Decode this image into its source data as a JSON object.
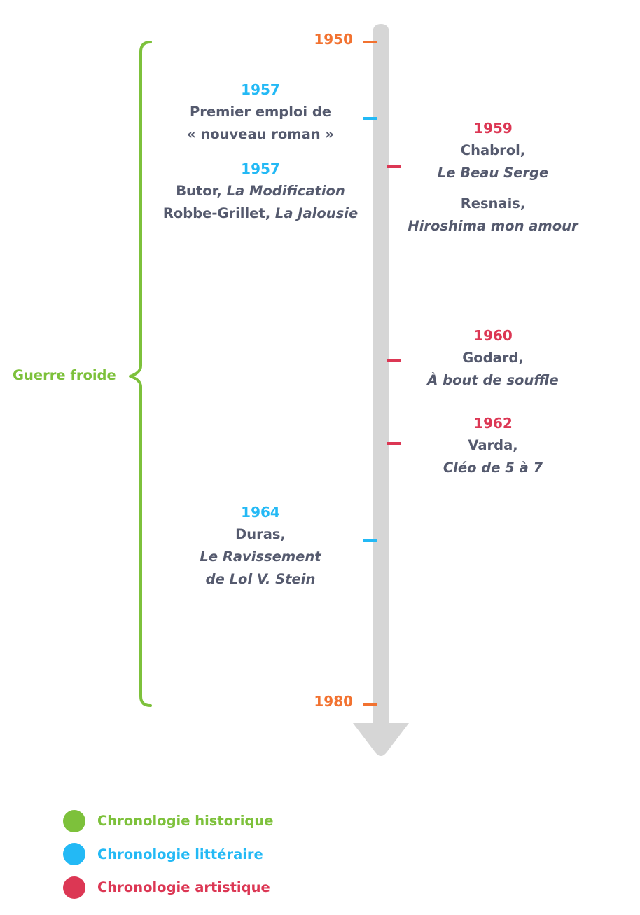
{
  "colors": {
    "historique": "#7dc13b",
    "litteraire": "#23b9f5",
    "artistique": "#dc3754",
    "bound": "#f27230",
    "axis": "#d6d6d6",
    "text": "#555a6e"
  },
  "timeline": {
    "start_year": "1950",
    "end_year": "1980"
  },
  "period": {
    "label": "Guerre froide"
  },
  "events": [
    {
      "id": "1957-nouveau-roman",
      "category": "litteraire",
      "side": "left",
      "year": "1957",
      "parts": [
        [
          [
            {
              "t": "Premier emploi de",
              "i": false
            }
          ],
          [
            {
              "t": "« nouveau roman »",
              "i": false
            }
          ]
        ]
      ]
    },
    {
      "id": "1957-romans",
      "category": "litteraire",
      "side": "left",
      "year": "1957",
      "parts": [
        [
          [
            {
              "t": "Butor, ",
              "i": false
            },
            {
              "t": "La Modification",
              "i": true
            }
          ],
          [
            {
              "t": "Robbe-Grillet, ",
              "i": false
            },
            {
              "t": "La Jalousie",
              "i": true
            }
          ]
        ]
      ]
    },
    {
      "id": "1959",
      "category": "artistique",
      "side": "right",
      "year": "1959",
      "parts": [
        [
          [
            {
              "t": "Chabrol,",
              "i": false
            }
          ],
          [
            {
              "t": "Le Beau Serge",
              "i": true
            }
          ]
        ],
        [
          [
            {
              "t": "Resnais,",
              "i": false
            }
          ],
          [
            {
              "t": "Hiroshima mon amour",
              "i": true
            }
          ]
        ]
      ]
    },
    {
      "id": "1960",
      "category": "artistique",
      "side": "right",
      "year": "1960",
      "parts": [
        [
          [
            {
              "t": "Godard,",
              "i": false
            }
          ],
          [
            {
              "t": "À bout de souffle",
              "i": true
            }
          ]
        ]
      ]
    },
    {
      "id": "1962",
      "category": "artistique",
      "side": "right",
      "year": "1962",
      "parts": [
        [
          [
            {
              "t": "Varda,",
              "i": false
            }
          ],
          [
            {
              "t": "Cléo de 5 à 7",
              "i": true
            }
          ]
        ]
      ]
    },
    {
      "id": "1964",
      "category": "litteraire",
      "side": "left",
      "year": "1964",
      "parts": [
        [
          [
            {
              "t": "Duras,",
              "i": false
            }
          ],
          [
            {
              "t": "Le Ravissement",
              "i": true
            }
          ],
          [
            {
              "t": "de Lol V. Stein",
              "i": true
            }
          ]
        ]
      ]
    }
  ],
  "legend": [
    {
      "category": "historique",
      "label": "Chronologie historique"
    },
    {
      "category": "litteraire",
      "label": "Chronologie littéraire"
    },
    {
      "category": "artistique",
      "label": "Chronologie artistique"
    }
  ]
}
